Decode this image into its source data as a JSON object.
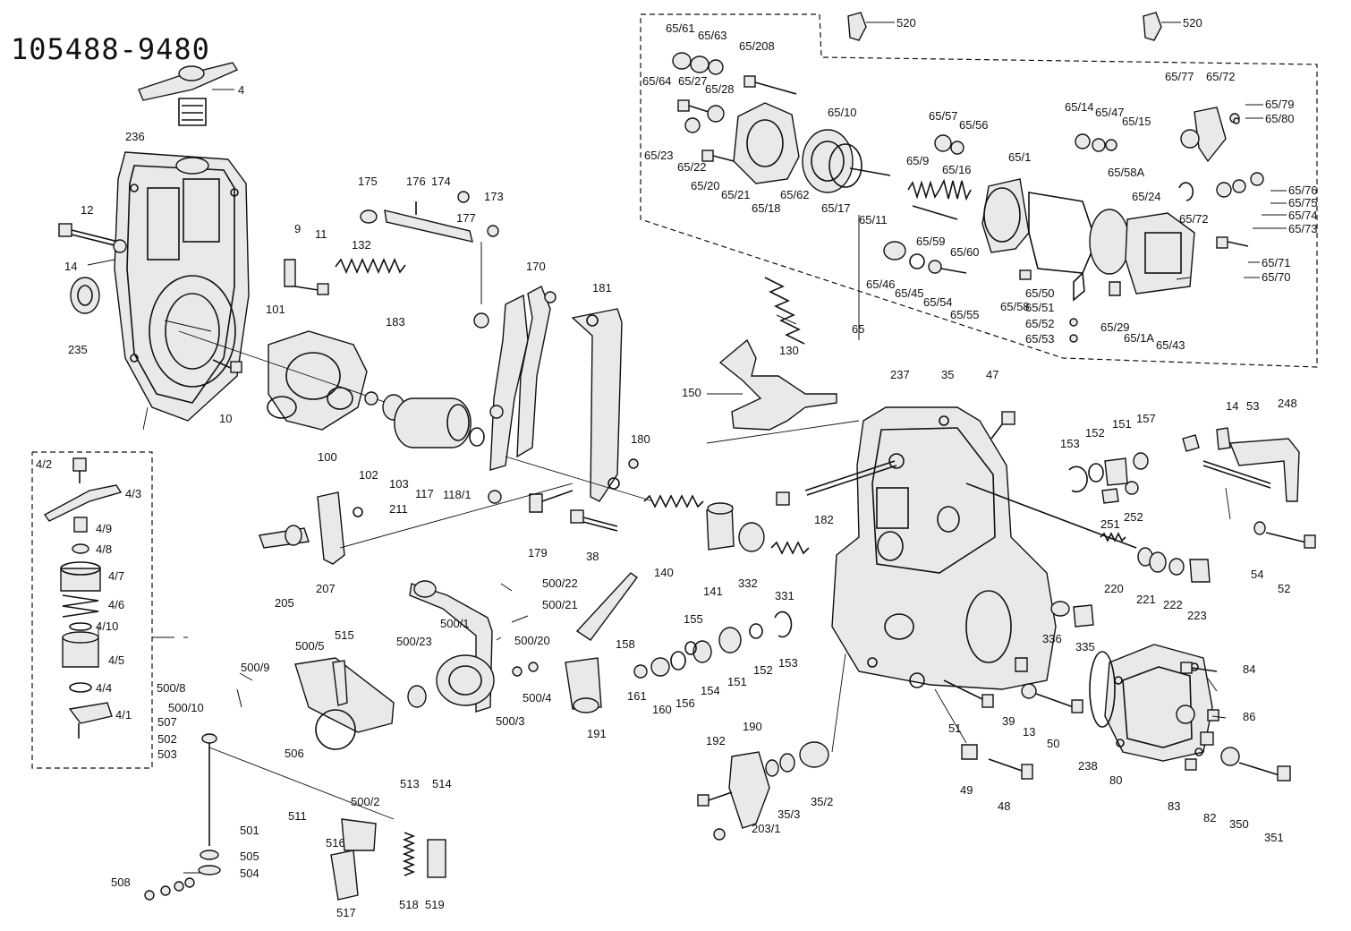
{
  "diagram_number": "105488-9480",
  "labels": [
    "4",
    "236",
    "12",
    "14",
    "235",
    "9",
    "11",
    "132",
    "175",
    "176",
    "174",
    "177",
    "173",
    "101",
    "10",
    "183",
    "170",
    "181",
    "100",
    "102",
    "103",
    "117",
    "118/1",
    "180",
    "179",
    "38",
    "211",
    "205",
    "207",
    "4/2",
    "4/3",
    "4/9",
    "4/8",
    "4/7",
    "4/6",
    "4/10",
    "4/5",
    "4/4",
    "4/1",
    "500/22",
    "500/21",
    "500/1",
    "500/20",
    "500/23",
    "515",
    "500/5",
    "500/9",
    "500/8",
    "500/10",
    "507",
    "502",
    "503",
    "506",
    "500/4",
    "500/3",
    "514",
    "513",
    "500/2",
    "511",
    "516",
    "501",
    "505",
    "504",
    "508",
    "517",
    "518",
    "519",
    "191",
    "158",
    "161",
    "160",
    "156",
    "154",
    "155",
    "151",
    "152",
    "153",
    "140",
    "141",
    "332",
    "331",
    "190",
    "192",
    "203/1",
    "35/3",
    "35/2",
    "150",
    "130",
    "237",
    "35",
    "47",
    "182",
    "48",
    "49",
    "51",
    "39",
    "13",
    "50",
    "238",
    "80",
    "83",
    "82",
    "350",
    "351",
    "84",
    "86",
    "336",
    "335",
    "14",
    "53",
    "248",
    "157",
    "151",
    "152",
    "153",
    "251",
    "252",
    "220",
    "221",
    "222",
    "223",
    "54",
    "52",
    "520",
    "520",
    "65/61",
    "65/63",
    "65/208",
    "65/64",
    "65/27",
    "65/28",
    "65/23",
    "65/22",
    "65/20",
    "65/21",
    "65/18",
    "65/62",
    "65/10",
    "65/17",
    "65/11",
    "65/57",
    "65/56",
    "65/9",
    "65/16",
    "65/1",
    "65/14",
    "65/47",
    "65/15",
    "65/77",
    "65/72",
    "65/79",
    "65/80",
    "65/58A",
    "65/24",
    "65/76",
    "65/75",
    "65/74",
    "65/73",
    "65/72",
    "65/71",
    "65/70",
    "65/59",
    "65/60",
    "65/46",
    "65/45",
    "65/54",
    "65/55",
    "65/50",
    "65/58",
    "65/51",
    "65/52",
    "65/53",
    "65/29",
    "65/1A",
    "65/43",
    "65"
  ]
}
